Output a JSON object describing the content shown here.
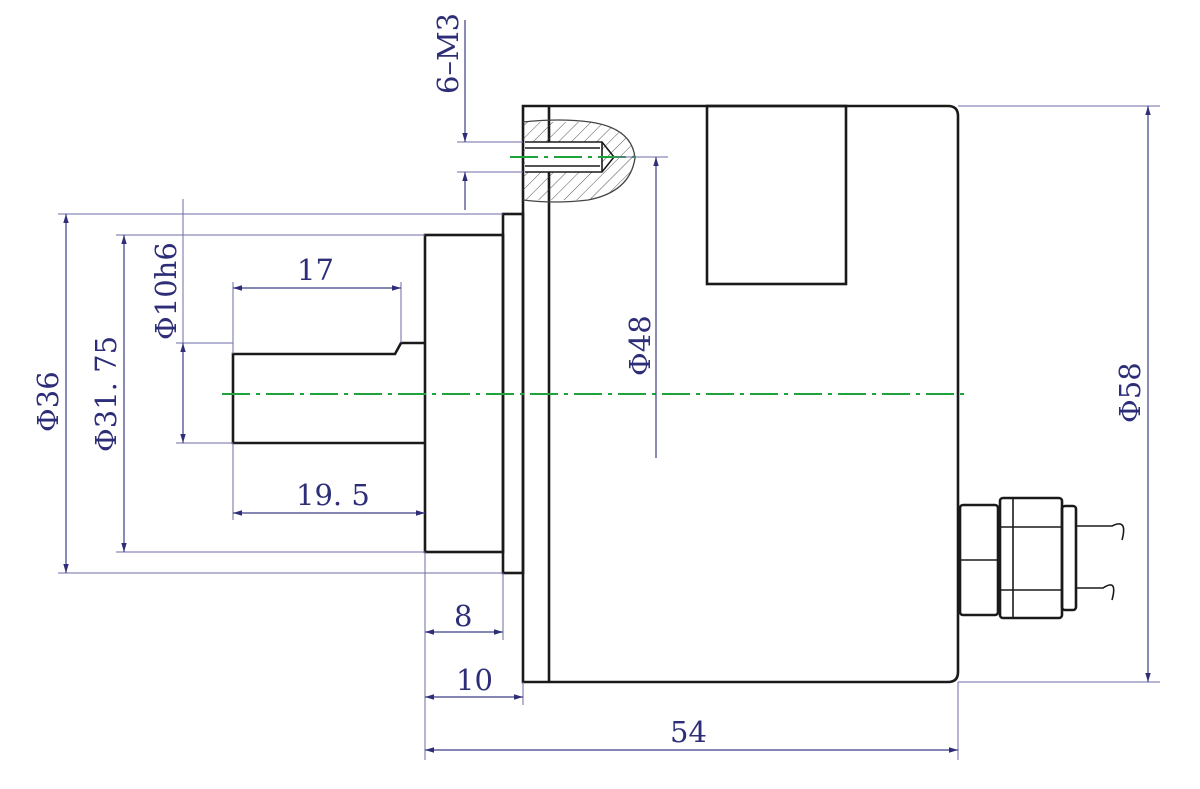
{
  "drawing": {
    "dimensions": {
      "thread_callout": "6–M3",
      "dia_shaft": "Φ10h6",
      "dia_flange_outer": "Φ36",
      "dia_spigot": "Φ31. 75",
      "dia_bolt_circle": "Φ48",
      "dia_body": "Φ58",
      "shaft_flat_length": "17",
      "shaft_length": "19. 5",
      "spigot_length": "8",
      "flange_length": "10",
      "overall_length": "54"
    },
    "colors": {
      "outline": "#1a1a1a",
      "dimension": "#2e2e78",
      "centerline": "#1fa33a"
    }
  }
}
